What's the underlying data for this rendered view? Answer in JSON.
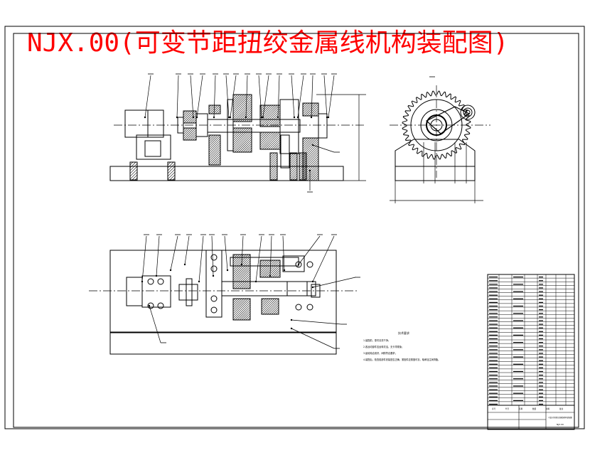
{
  "drawing": {
    "title": "NJX.00(可变节距扭绞金属线机构装配图)",
    "title_color": "#ff0000",
    "line_color": "#000000",
    "hatch_color": "#000000",
    "accent_color": "#0000ff"
  },
  "views": {
    "front": "front-elevation",
    "side": "side-elevation-gear",
    "plan": "plan-view"
  },
  "technical_requirements": {
    "heading": "技术要求",
    "lines": [
      "1.装配前，零件清洗干净；",
      "2.各运动部件应运转灵活，无卡滞现象；",
      "3.齿轮啮合良好，间隙符合要求；",
      "4.装配后，检查各部件安装是否正确，紧固件应紧固可靠，轴承加注润滑脂。"
    ]
  },
  "parts_table": {
    "row_count": 36,
    "columns": [
      "序号",
      "代号",
      "名称",
      "数量",
      "材料",
      "备注"
    ]
  },
  "title_block": {
    "name": "可变节距扭绞金属线机构装配图",
    "drawing_no": "NJX.00"
  }
}
